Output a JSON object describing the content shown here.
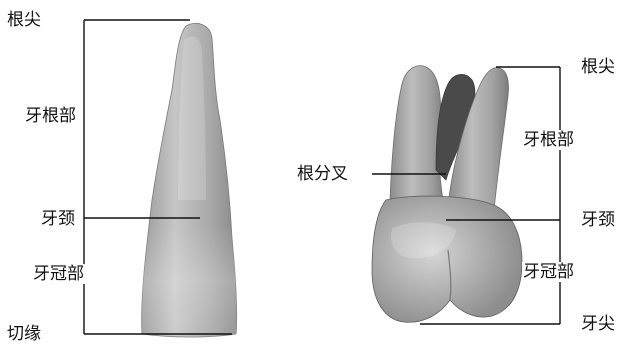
{
  "left_tooth": {
    "labels": {
      "apex": "根尖",
      "root": "牙根部",
      "neck": "牙颈",
      "crown": "牙冠部",
      "incisal_edge": "切缘"
    }
  },
  "right_tooth": {
    "labels": {
      "apex": "根尖",
      "root": "牙根部",
      "furcation": "根分叉",
      "neck": "牙颈",
      "crown": "牙冠部",
      "cusp": "牙尖"
    }
  },
  "colors": {
    "tooth_fill": "#a6a6a6",
    "tooth_highlight": "#d2d2d2",
    "tooth_shadow": "#6a6a6a",
    "line": "#111111"
  }
}
